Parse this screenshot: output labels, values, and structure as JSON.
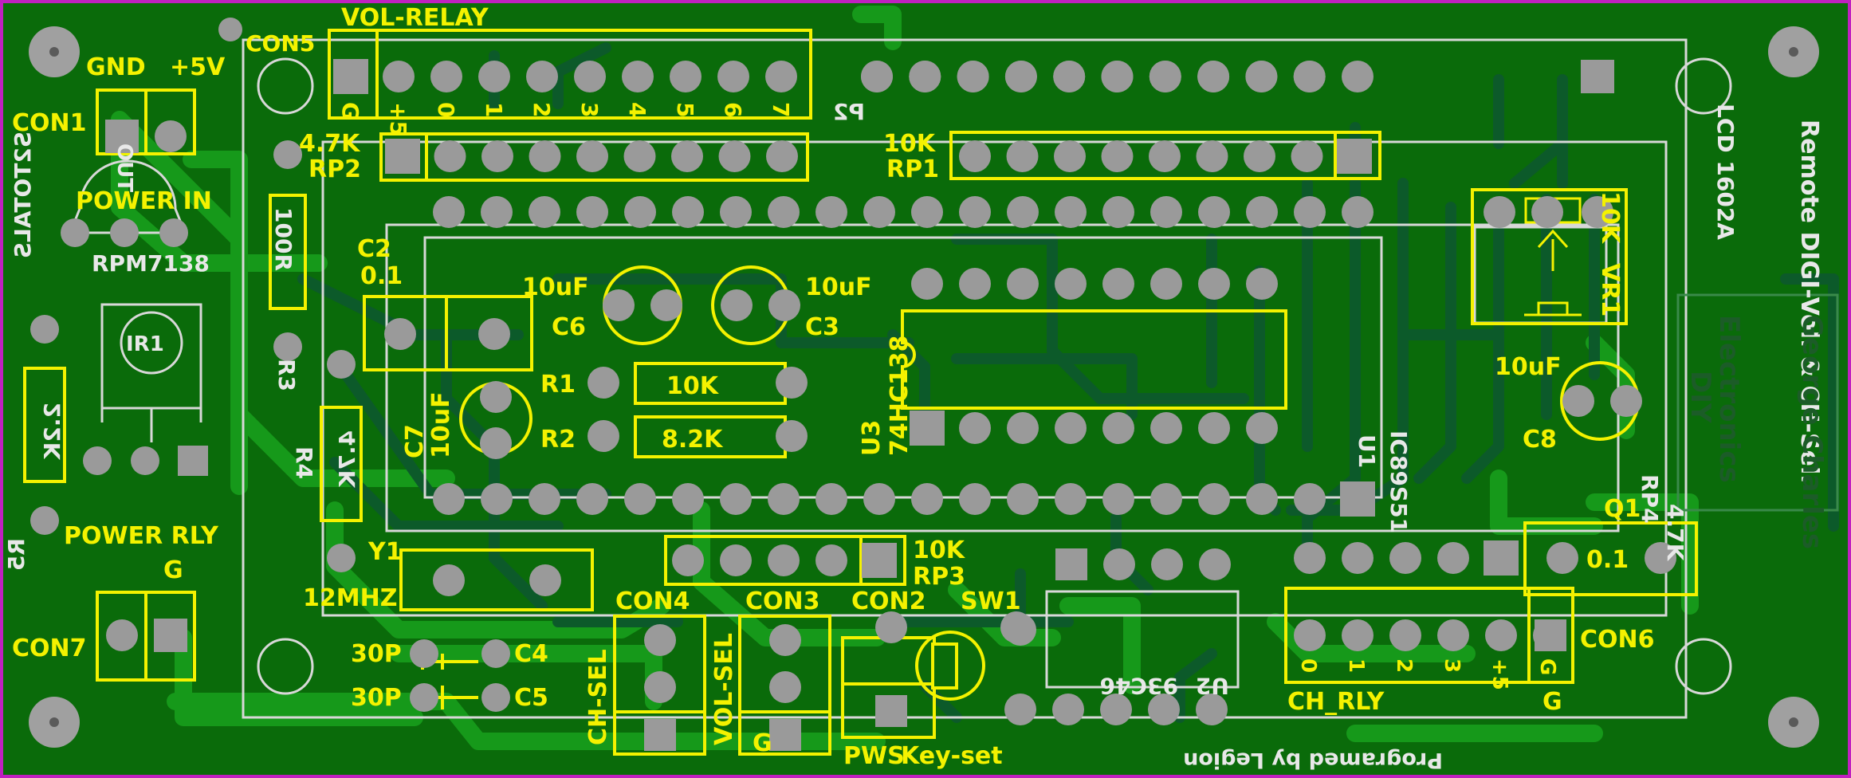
{
  "board": {
    "colors": {
      "background": "#0a6b0a",
      "copper_trace": "#1aa31a",
      "dark_trace": "#0b5f28",
      "silkscreen": "#f4f200",
      "outline": "#d8d8d8",
      "pad": "#9a9a9a",
      "border": "#c020c0"
    }
  },
  "labels": {
    "con5": "CON5",
    "vol_relay": "VOL-RELAY",
    "gnd": "GND",
    "plus5v": "+5V",
    "con1": "CON1",
    "power_in": "POWER IN",
    "ir_part_no": "RPM7138",
    "ir_ref": "IR1",
    "ir_part_no2": "S2TOTALS",
    "ir_pins_mirror": "OUT",
    "r5_value": "2.2K",
    "r5_ref": "R5",
    "r3_value": "100R",
    "r3_ref": "R3",
    "r4_value": "4.7K",
    "r4_ref": "R4",
    "rp2_value": "4.7K",
    "rp2_ref": "RP2",
    "c2_ref": "C2",
    "c2_value": "0.1",
    "c7_value": "10uF",
    "c7_ref": "C7",
    "c6_value": "10uF",
    "c6_ref": "C6",
    "c3_value": "10uF",
    "c3_ref": "C3",
    "r1_ref": "R1",
    "r1_value": "10K",
    "r2_ref": "R2",
    "r2_value": "8.2K",
    "u3_ref": "U3",
    "u3_part": "74HC138",
    "u1_part": "IC89S51",
    "u1_ref": "U1",
    "p2_ref": "P2",
    "rp1_value": "10K",
    "rp1_ref": "RP1",
    "vr1_value": "10K",
    "vr1_ref": "VR1",
    "lcd": "LCD 1602A",
    "title": "Remote DIGI-Vol. & CH-Sel.",
    "designer": "George Charles",
    "brand1": "Electronics",
    "brand2": "DIY",
    "c8_value": "10uF",
    "c8_ref": "C8",
    "rp4_ref": "RP4",
    "rp4_value": "4.7K",
    "q1_ref": "Q1",
    "q1_value": "0.1",
    "power_rly": "POWER RLY",
    "g": "G",
    "con7": "CON7",
    "y1_ref": "Y1",
    "y1_value": "12MHZ",
    "c4_value": "30P",
    "c4_ref": "C4",
    "c5_value": "30P",
    "c5_ref": "C5",
    "con4": "CON4",
    "con3": "CON3",
    "con2": "CON2",
    "sw1": "SW1",
    "rp3_value": "10K",
    "rp3_ref": "RP3",
    "ch_sel": "CH-SEL",
    "vol_sel": "VOL-SEL",
    "pws": "PWS",
    "key_set": "Key-set",
    "u2": "U2",
    "u2_part": "93C46",
    "ch_rly": "CH_RLY",
    "con6": "CON6",
    "programmed_by": "Programed by Legion",
    "vol_pins": [
      "G",
      "+5",
      "0",
      "1",
      "2",
      "3",
      "4",
      "5",
      "6",
      "7"
    ],
    "ch_pins": [
      "0",
      "1",
      "2",
      "3",
      "+5",
      "G"
    ]
  }
}
